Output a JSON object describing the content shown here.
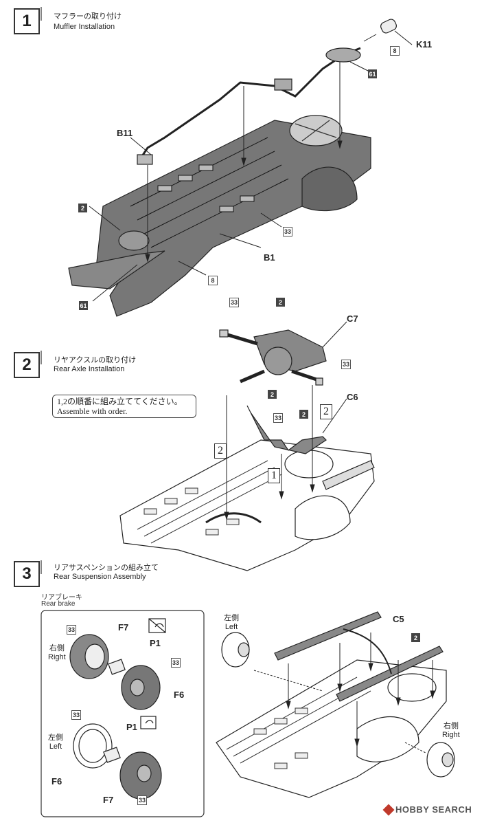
{
  "steps": [
    {
      "num": "1",
      "title_jp": "マフラーの取り付け",
      "title_en": "Muffler Installation"
    },
    {
      "num": "2",
      "title_jp": "リヤアクスルの取り付け",
      "title_en": "Rear Axle Installation"
    },
    {
      "num": "3",
      "title_jp": "リアサスペンションの組み立て",
      "title_en": "Rear Suspension Assembly"
    }
  ],
  "step1": {
    "labels": {
      "k11": "K11",
      "b11": "B11",
      "b1": "B1"
    },
    "badges": {
      "b8a": "8",
      "b61a": "61",
      "b2": "2",
      "b33": "33",
      "b8b": "8",
      "b61b": "61"
    }
  },
  "step2": {
    "labels": {
      "c7": "C7",
      "c6": "C6"
    },
    "badges": {
      "b33a": "33",
      "b2a": "2",
      "b33b": "33",
      "b2b": "2",
      "b33c": "33",
      "b2c": "2"
    },
    "note_jp": "1,2の順番に組み立ててください。",
    "note_en": "Assemble with order.",
    "order": {
      "o1": "1",
      "o2a": "2",
      "o2b": "2"
    }
  },
  "step3": {
    "rear_brake_jp": "リアブレーキ",
    "rear_brake_en": "Rear brake",
    "labels": {
      "f7a": "F7",
      "p1a": "P1",
      "f6a": "F6",
      "p1b": "P1",
      "f6b": "F6",
      "f7b": "F7",
      "c5": "C5"
    },
    "sides": {
      "right_jp": "右側",
      "right_en": "Right",
      "left_jp": "左側",
      "left_en": "Left"
    },
    "badges": {
      "b33a": "33",
      "b33b": "33",
      "b33c": "33",
      "b33d": "33",
      "b2": "2"
    }
  },
  "footer": {
    "logo": "HOBBY SEARCH"
  }
}
